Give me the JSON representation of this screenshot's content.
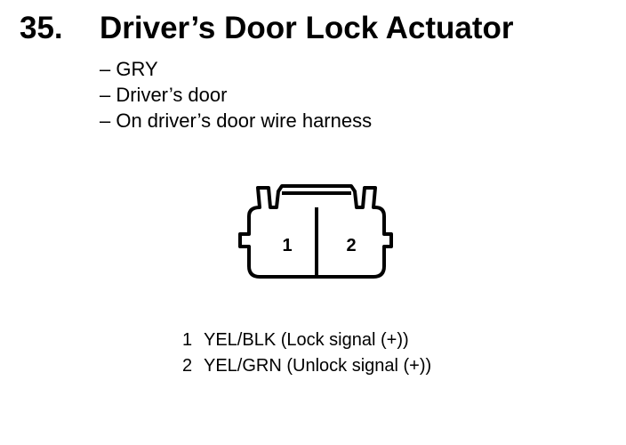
{
  "heading": {
    "number": "35.",
    "title": "Driver’s Door Lock Actuator"
  },
  "details": [
    "– GRY",
    "– Driver’s door",
    "– On driver’s door wire harness"
  ],
  "connector": {
    "cavities": [
      "1",
      "2"
    ]
  },
  "pins": [
    {
      "number": "1",
      "description": "YEL/BLK (Lock signal (+))"
    },
    {
      "number": "2",
      "description": "YEL/GRN (Unlock signal (+))"
    }
  ]
}
